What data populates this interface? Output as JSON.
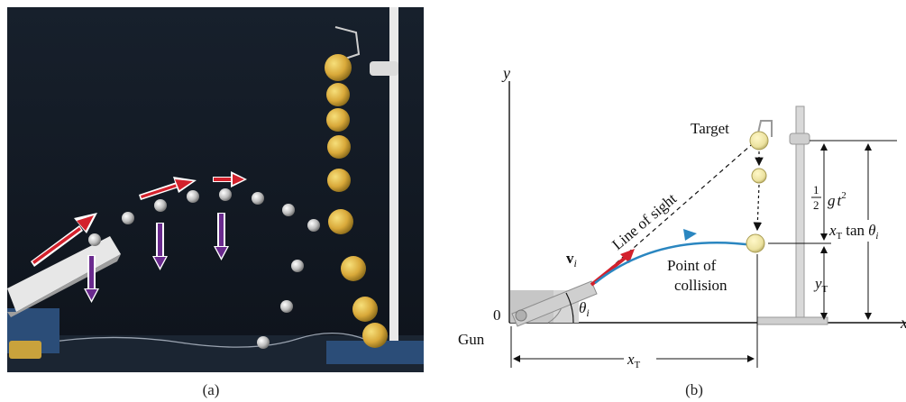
{
  "captions": {
    "a": "(a)",
    "b": "(b)"
  },
  "diagram": {
    "axis_y": "y",
    "axis_x": "x",
    "origin": "0",
    "gun": "Gun",
    "target": "Target",
    "line_of_sight": "Line of sight",
    "velocity": {
      "symbol": "v",
      "subscript": "i"
    },
    "angle": {
      "symbol": "θ",
      "subscript": "i"
    },
    "point_of_collision_1": "Point of",
    "point_of_collision_2": "collision",
    "half": {
      "num": "1",
      "den": "2"
    },
    "gt2": {
      "g": "g",
      "t": "t",
      "exp": "2"
    },
    "xT": {
      "symbol": "x",
      "subscript": "T"
    },
    "yT": {
      "symbol": "y",
      "subscript": "T"
    },
    "xT_tan": {
      "x": "x",
      "sub": "T",
      "tan": "tan",
      "theta": "θ",
      "theta_sub": "i"
    }
  },
  "colors": {
    "photo_bg": "#141a24",
    "velocity_arrow": "#d3212c",
    "gravity_arrow": "#6a2a8e",
    "trajectory": "#2a86c0",
    "ball_yellow": "#e8c23a",
    "ball_gray": "#b5b5b5"
  }
}
